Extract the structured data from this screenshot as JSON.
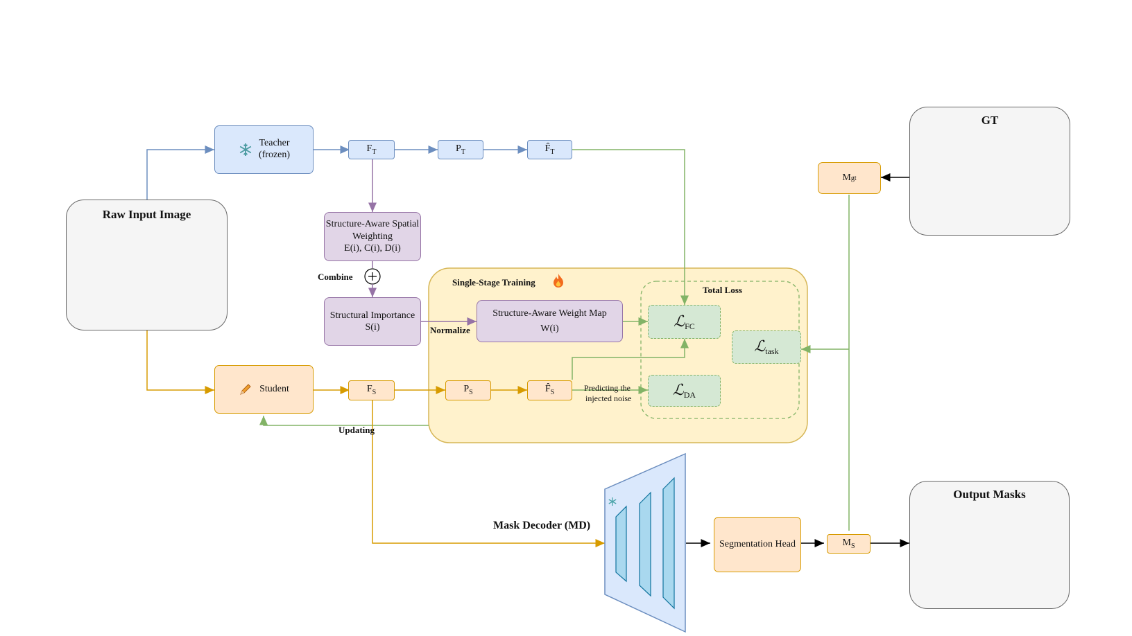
{
  "teacher": {
    "line1": "Teacher",
    "line2": "(frozen)",
    "icon": "snowflake-icon"
  },
  "student": {
    "label": "Student",
    "icon": "pencil-icon"
  },
  "features": {
    "ft": "F",
    "ft_sub": "T",
    "pt": "P",
    "pt_sub": "T",
    "ft_hat": "F̂",
    "ft_hat_sub": "T",
    "fs": "F",
    "fs_sub": "S",
    "ps": "P",
    "ps_sub": "S",
    "fs_hat": "F̂",
    "fs_hat_sub": "S"
  },
  "raw_input": {
    "title": "Raw Input Image"
  },
  "gt": {
    "title": "GT"
  },
  "output_masks": {
    "title": "Output Masks"
  },
  "structure": {
    "sasw_line1": "Structure-Aware Spatial",
    "sasw_line2": "Weighting",
    "sasw_line3": "E(i), C(i), D(i)",
    "combine": "Combine",
    "si_line1": "Structural Importance",
    "si_line2": "S(i)",
    "normalize": "Normalize",
    "wmap_line1": "Structure-Aware Weight Map",
    "wmap_line2": "W(i)"
  },
  "training": {
    "title": "Single-Stage Training",
    "icon": "fire-icon",
    "total_loss": "Total Loss"
  },
  "losses": {
    "script": "ℒ",
    "fc_sub": "FC",
    "task_sub": "task",
    "da_sub": "DA"
  },
  "noise_label_1": "Predicting the",
  "noise_label_2": "injected noise",
  "updating": "Updating",
  "decoder": {
    "title": "Mask Decoder (MD)",
    "icon": "snowflake-icon"
  },
  "seg_head": "Segmentation Head",
  "mgt": {
    "base": "M",
    "sub": "gt"
  },
  "ms": {
    "base": "M",
    "sub": "S"
  },
  "colors": {
    "blue_flow": "#6c8ebf",
    "orange_flow": "#d79b00",
    "purple_flow": "#9673a6",
    "green_flow": "#82b366",
    "training_bg": "#fff2cc"
  }
}
